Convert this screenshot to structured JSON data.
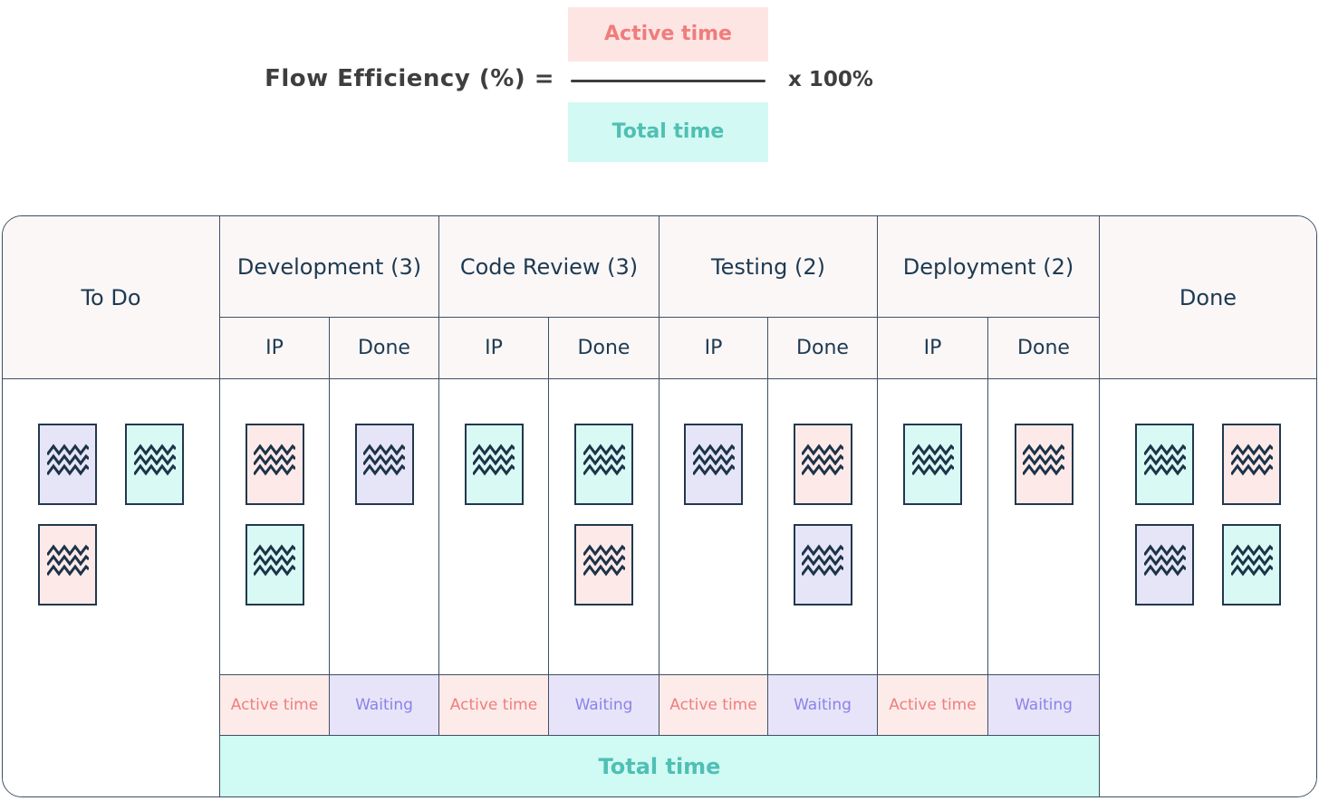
{
  "formula": {
    "lhs": "Flow Efficiency (%)  =",
    "numerator": "Active time",
    "denominator": "Total time",
    "multiplier": "x 100%"
  },
  "board": {
    "todo_label": "To Do",
    "done_label": "Done",
    "stages": [
      {
        "label": "Development (3)",
        "ip": "IP",
        "done": "Done"
      },
      {
        "label": "Code Review (3)",
        "ip": "IP",
        "done": "Done"
      },
      {
        "label": "Testing (2)",
        "ip": "IP",
        "done": "Done"
      },
      {
        "label": "Deployment (2)",
        "ip": "IP",
        "done": "Done"
      }
    ],
    "active_label": "Active time",
    "waiting_label": "Waiting",
    "total_label": "Total time",
    "cards": {
      "todo": [
        [
          "lavender",
          "cyan"
        ],
        [
          "pink"
        ]
      ],
      "dev_ip": [
        [
          "pink"
        ],
        [
          "cyan"
        ]
      ],
      "dev_done": [
        [
          "lavender"
        ]
      ],
      "cr_ip": [
        [
          "cyan"
        ]
      ],
      "cr_done": [
        [
          "cyan"
        ],
        [
          "pink"
        ]
      ],
      "test_ip": [
        [
          "lavender"
        ]
      ],
      "test_done": [
        [
          "pink"
        ],
        [
          "lavender"
        ]
      ],
      "dep_ip": [
        [
          "cyan"
        ]
      ],
      "dep_done": [
        [
          "pink"
        ]
      ],
      "done": [
        [
          "cyan",
          "pink"
        ],
        [
          "lavender",
          "cyan"
        ]
      ]
    }
  },
  "colors": {
    "card": {
      "lavender": "#e6e5f8",
      "cyan": "#d9f9f4",
      "pink": "#fdeae8"
    },
    "card_border": "#22384e",
    "accent_coral": "#ee7e7e",
    "accent_purple": "#8b82e8",
    "accent_teal": "#4fc0b3",
    "navy_text": "#1d3a52",
    "active_band_bg": "#fcebe9",
    "waiting_band_bg": "#e7e4f9",
    "total_band_bg": "#d0faf4",
    "numerator_bg": "#fde5e4",
    "denominator_bg": "#d2f9f4"
  }
}
